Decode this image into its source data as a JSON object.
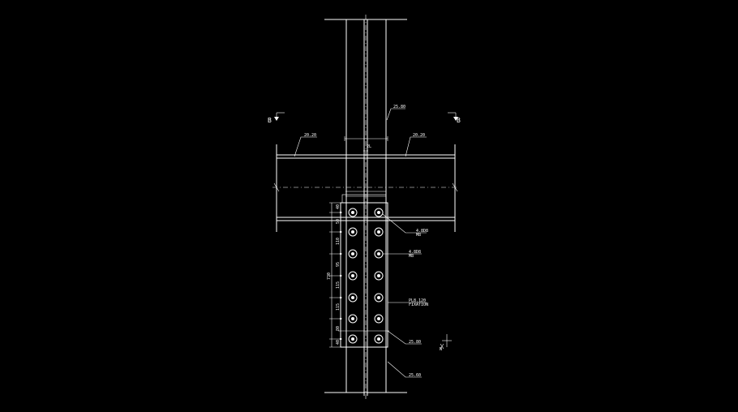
{
  "section_marks": {
    "left": "B",
    "right": "B"
  },
  "labels": {
    "column_top_callout": "25.80",
    "beam_left_callout": "20.20",
    "beam_right_callout": "20.20",
    "gap_dim": "2L",
    "bolt_note_1a": "4.8D8",
    "bolt_note_1b": "M8",
    "bolt_note_2a": "4.8D8",
    "bolt_note_2b": "M8",
    "plate_note_a": "PL8.120",
    "plate_note_b": "FIXATION",
    "plate_callout_lower": "25.80",
    "column_bottom_callout": "25.60",
    "overall_dim": "730",
    "north_mark": "N"
  },
  "dims": [
    "40",
    "50",
    "110",
    "95",
    "115",
    "115",
    "80",
    "40"
  ],
  "icons": {
    "section_arrow": "section-arrow-icon",
    "north_arrow": "north-arrow-icon"
  }
}
